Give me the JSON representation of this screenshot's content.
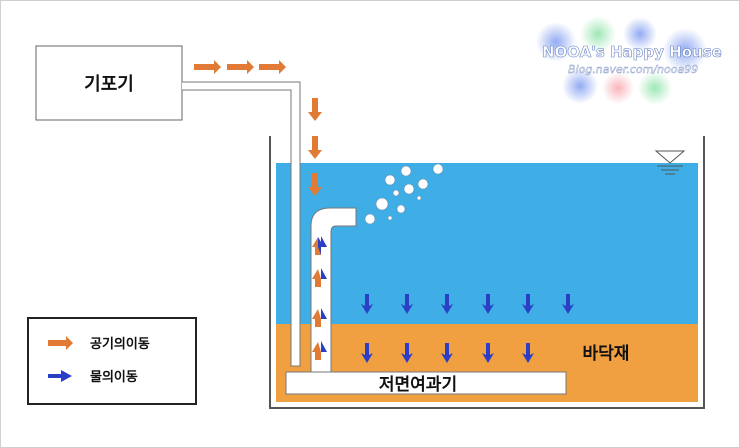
{
  "labels": {
    "pump": "기포기",
    "filter": "저면여과기",
    "substrate": "바닥재"
  },
  "legend": {
    "air": "공기의이동",
    "water": "물의이동"
  },
  "watermark": {
    "title": "NOOA's Happy House",
    "url": "Blog.naver.com/nooa99"
  },
  "colors": {
    "water": "#3faee6",
    "substrate": "#f0a040",
    "air_arrow": "#e07a35",
    "water_arrow": "#2a3fc6",
    "outline": "#555555"
  },
  "icons": {
    "water_level": "water-surface-triangle-icon",
    "bubbles": "air-bubble-icon"
  }
}
